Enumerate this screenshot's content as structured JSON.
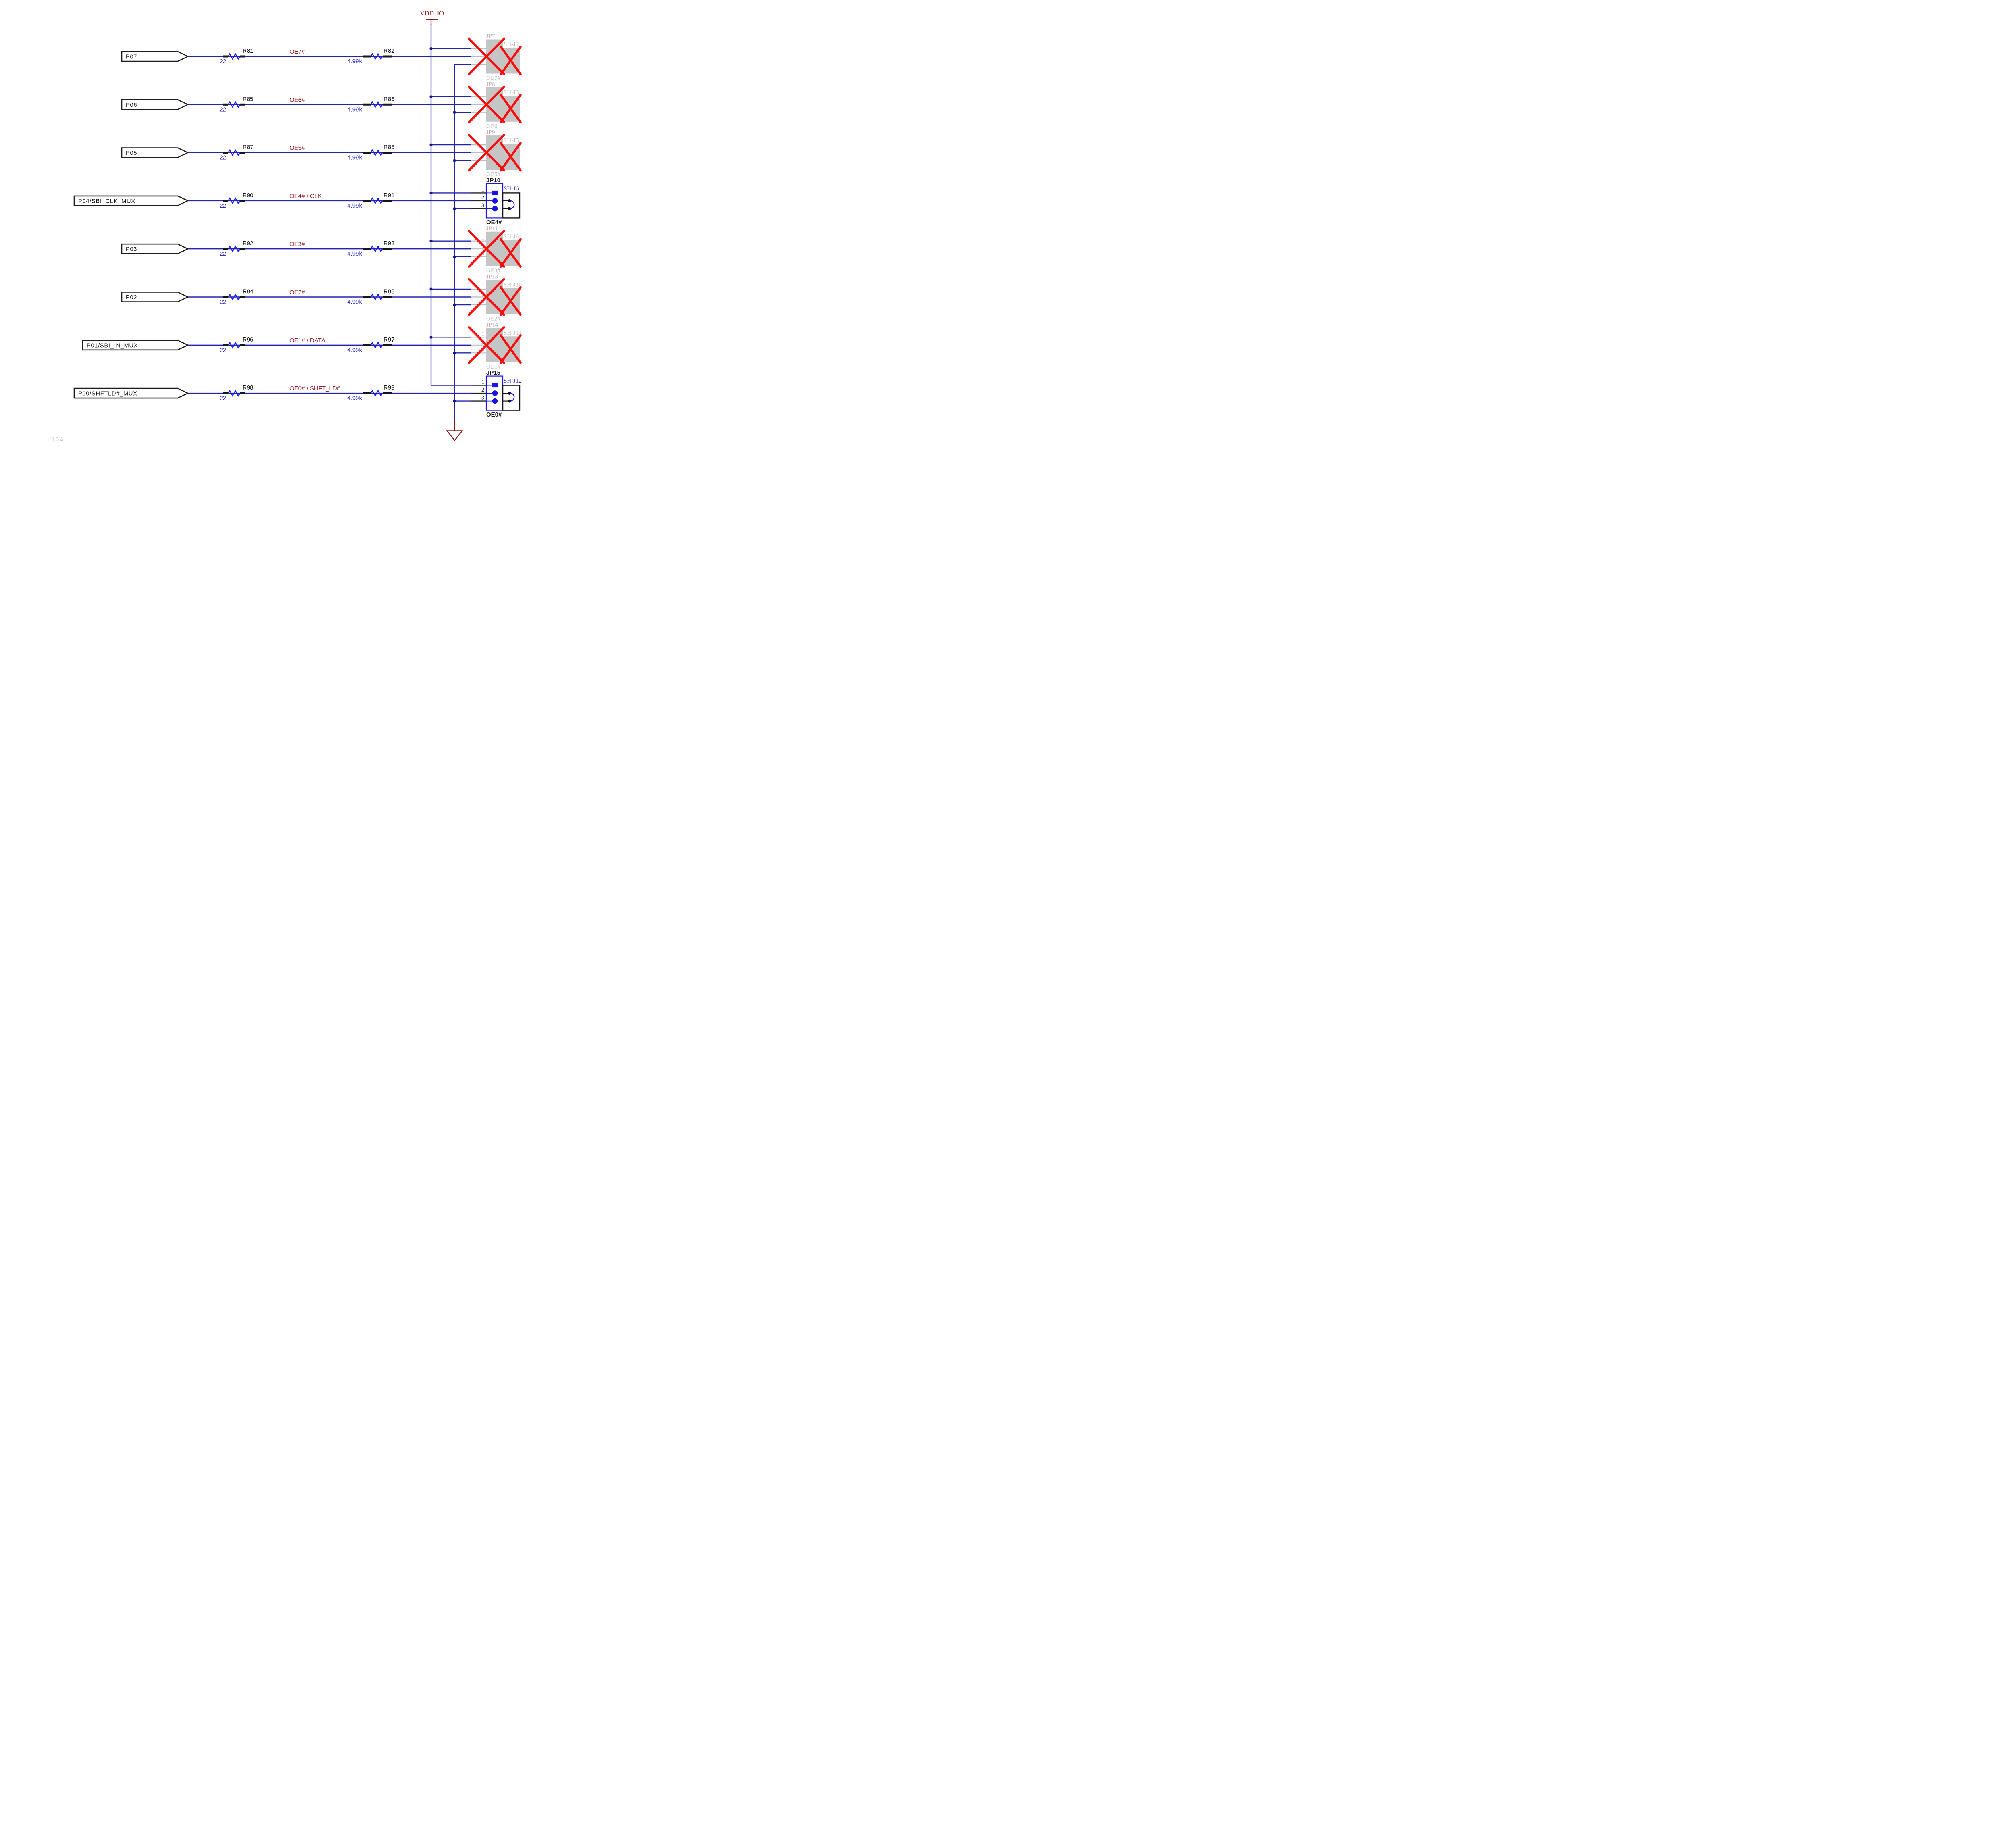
{
  "page": {
    "corner_label": "19A",
    "background": "#ffffff"
  },
  "power_rail": {
    "label": "VDD_IO"
  },
  "ground_rail": {
    "symbol": "open-triangle-ground"
  },
  "jumper_pins": [
    "1",
    "2",
    "3"
  ],
  "colors": {
    "wire_blue": "#2323ae",
    "resistor_blue": "#1b1bf0",
    "value_text_blue": "#2a2ac0",
    "net_label_dark_red": "#8c1f1f",
    "power_symbol_dark_red": "#8b1a1a",
    "dnp_cross_red": "#fb0d0d",
    "populated_jumper_blue": "#1515e8",
    "shunt_label_blue": "#2a2ad2",
    "dnp_gray_fill": "#c5c5c5",
    "dnp_gray_text": "#b3b7be",
    "black": "#141414"
  },
  "rows": [
    {
      "port": "P07",
      "series_resistor": {
        "ref": "R81",
        "value": "22"
      },
      "net": "OE7#",
      "pullup_resistor": {
        "ref": "R82",
        "value": "4.99k"
      },
      "jumper": {
        "ref": "JP7",
        "shunt": "SH-J2",
        "net_label": "OE7#",
        "populated": false
      }
    },
    {
      "port": "P06",
      "series_resistor": {
        "ref": "R85",
        "value": "22"
      },
      "net": "OE6#",
      "pullup_resistor": {
        "ref": "R86",
        "value": "4.99k"
      },
      "jumper": {
        "ref": "JP8",
        "shunt": "SH-J3",
        "net_label": "OE6",
        "populated": false
      }
    },
    {
      "port": "P05",
      "series_resistor": {
        "ref": "R87",
        "value": "22"
      },
      "net": "OE5#",
      "pullup_resistor": {
        "ref": "R88",
        "value": "4.99k"
      },
      "jumper": {
        "ref": "JP9",
        "shunt": "SH-J5",
        "net_label": "OE5#",
        "populated": false
      }
    },
    {
      "port": "P04/SBI_CLK_MUX",
      "series_resistor": {
        "ref": "R90",
        "value": "22"
      },
      "net": "OE4# / CLK",
      "pullup_resistor": {
        "ref": "R91",
        "value": "4.99k"
      },
      "jumper": {
        "ref": "JP10",
        "shunt": "SH-J6",
        "net_label": "OE4#",
        "populated": true
      }
    },
    {
      "port": "P03",
      "series_resistor": {
        "ref": "R92",
        "value": "22"
      },
      "net": "OE3#",
      "pullup_resistor": {
        "ref": "R93",
        "value": "4.99k"
      },
      "jumper": {
        "ref": "JP11",
        "shunt": "SH-J8",
        "net_label": "OE3#",
        "populated": false
      }
    },
    {
      "port": "P02",
      "series_resistor": {
        "ref": "R94",
        "value": "22"
      },
      "net": "OE2#",
      "pullup_resistor": {
        "ref": "R95",
        "value": "4.99k"
      },
      "jumper": {
        "ref": "JP13",
        "shunt": "SH-J10",
        "net_label": "OE2#",
        "populated": false
      }
    },
    {
      "port": "P01/SBI_IN_MUX",
      "series_resistor": {
        "ref": "R96",
        "value": "22"
      },
      "net": "OE1# / DATA",
      "pullup_resistor": {
        "ref": "R97",
        "value": "4.99k"
      },
      "jumper": {
        "ref": "JP14",
        "shunt": "SH-J11",
        "net_label": "OE1#",
        "populated": false
      }
    },
    {
      "port": "P00/SHFTLD#_MUX",
      "series_resistor": {
        "ref": "R98",
        "value": "22"
      },
      "net": "OE0# / SHFT_LD#",
      "pullup_resistor": {
        "ref": "R99",
        "value": "4.99k"
      },
      "jumper": {
        "ref": "JP15",
        "shunt": "SH-J12",
        "net_label": "OE0#",
        "populated": true
      }
    }
  ]
}
